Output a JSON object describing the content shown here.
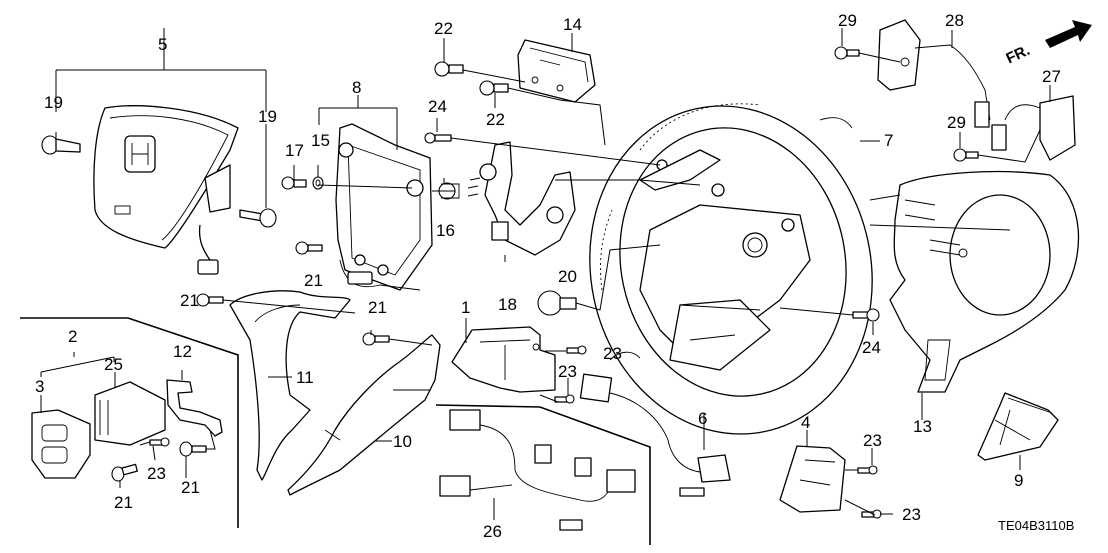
{
  "diagram": {
    "title": "Steering Wheel Parts Diagram",
    "drawing_code": "TE04B3110B",
    "direction_indicator": {
      "label": "FR.",
      "icon": "front-arrow-icon"
    },
    "callouts": [
      {
        "id": "c5",
        "label": "5",
        "part": "driver-airbag-module"
      },
      {
        "id": "c19a",
        "label": "19",
        "part": "airbag-bolt-left"
      },
      {
        "id": "c19b",
        "label": "19",
        "part": "airbag-bolt-right"
      },
      {
        "id": "c8",
        "label": "8",
        "part": "cable-reel-assembly"
      },
      {
        "id": "c17",
        "label": "17",
        "part": "bolt"
      },
      {
        "id": "c15",
        "label": "15",
        "part": "washer"
      },
      {
        "id": "c16",
        "label": "16",
        "part": "nut"
      },
      {
        "id": "c21a",
        "label": "21",
        "part": "screw"
      },
      {
        "id": "c22a",
        "label": "22",
        "part": "screw-upper"
      },
      {
        "id": "c14",
        "label": "14",
        "part": "bracket-upper"
      },
      {
        "id": "c22b",
        "label": "22",
        "part": "screw-lower"
      },
      {
        "id": "c24a",
        "label": "24",
        "part": "screw"
      },
      {
        "id": "c18",
        "label": "18",
        "part": "switch-bracket"
      },
      {
        "id": "c20",
        "label": "20",
        "part": "steering-wheel-nut"
      },
      {
        "id": "c7",
        "label": "7",
        "part": "steering-wheel"
      },
      {
        "id": "c29a",
        "label": "29",
        "part": "paddle-screw-upper"
      },
      {
        "id": "c28",
        "label": "28",
        "part": "paddle-shifter-left"
      },
      {
        "id": "c27",
        "label": "27",
        "part": "paddle-shifter-right"
      },
      {
        "id": "c29b",
        "label": "29",
        "part": "paddle-screw-lower"
      },
      {
        "id": "c13",
        "label": "13",
        "part": "rear-cover"
      },
      {
        "id": "c24b",
        "label": "24",
        "part": "cover-screw"
      },
      {
        "id": "c9",
        "label": "9",
        "part": "lower-garnish"
      },
      {
        "id": "c21b",
        "label": "21",
        "part": "garnish-screw-left"
      },
      {
        "id": "c21c",
        "label": "21",
        "part": "garnish-screw-right"
      },
      {
        "id": "c11",
        "label": "11",
        "part": "left-garnish"
      },
      {
        "id": "c10",
        "label": "10",
        "part": "right-garnish"
      },
      {
        "id": "c1",
        "label": "1",
        "part": "cruise-control-switch"
      },
      {
        "id": "c23a",
        "label": "23",
        "part": "switch-screw"
      },
      {
        "id": "c23b",
        "label": "23",
        "part": "switch-screw"
      },
      {
        "id": "c6",
        "label": "6",
        "part": "switch-harness"
      },
      {
        "id": "c4",
        "label": "4",
        "part": "audio-remote-switch"
      },
      {
        "id": "c23c",
        "label": "23",
        "part": "switch-screw"
      },
      {
        "id": "c23d",
        "label": "23",
        "part": "switch-screw"
      },
      {
        "id": "c26",
        "label": "26",
        "part": "wire-harness"
      },
      {
        "id": "c2",
        "label": "2",
        "part": "switch-assembly"
      },
      {
        "id": "c25",
        "label": "25",
        "part": "switch-unit"
      },
      {
        "id": "c3",
        "label": "3",
        "part": "switch-cover"
      },
      {
        "id": "c12",
        "label": "12",
        "part": "switch-bracket"
      },
      {
        "id": "c23e",
        "label": "23",
        "part": "screw"
      },
      {
        "id": "c21d",
        "label": "21",
        "part": "screw"
      },
      {
        "id": "c21e",
        "label": "21",
        "part": "screw"
      }
    ]
  }
}
